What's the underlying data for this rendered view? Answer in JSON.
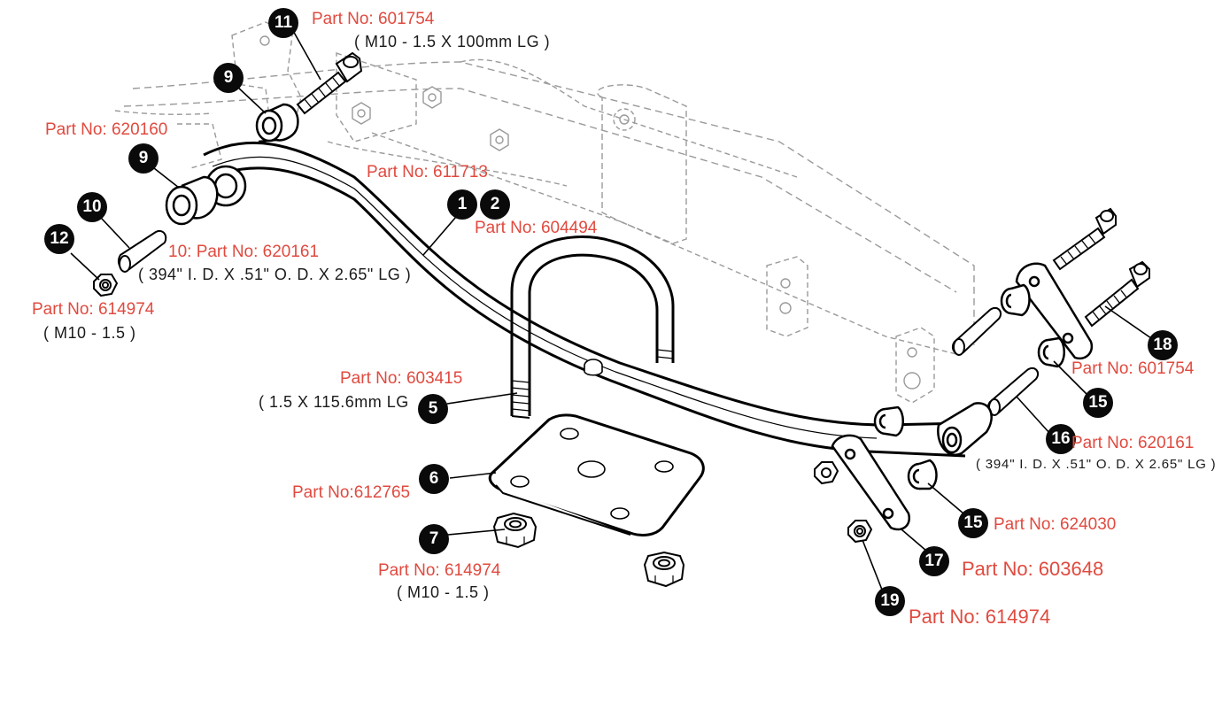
{
  "callouts": {
    "c1": "1",
    "c2": "2",
    "c5": "5",
    "c6": "6",
    "c7": "7",
    "c9a": "9",
    "c9b": "9",
    "c10": "10",
    "c11": "11",
    "c12": "12",
    "c15a": "15",
    "c15b": "15",
    "c16": "16",
    "c17": "17",
    "c18": "18",
    "c19": "19"
  },
  "labels": {
    "pn_601754_top": "Part No: 601754",
    "spec_m10_100": "( M10 - 1.5 X 100mm LG )",
    "pn_620160": "Part No:  620160",
    "pn_611713": "Part No: 611713",
    "pn_604494": "Part No:  604494",
    "pn_10_620161": "10: Part No: 620161",
    "spec_bushing_left": "( 394\" I. D. X .51\" O. D. X 2.65\" LG )",
    "pn_614974_left": "Part No: 614974",
    "spec_m10_left": "( M10 - 1.5 )",
    "pn_603415": "Part No: 603415",
    "spec_ubolt": "( 1.5 X 115.6mm LG",
    "pn_612765": "Part No:612765",
    "pn_614974_mid": "Part No:  614974",
    "spec_m10_mid": "( M10 - 1.5 )",
    "pn_601754_right": "Part No:  601754",
    "pn_620161_right": "Part No:  620161",
    "spec_bushing_right": "( 394\" I. D. X .51\" O. D. X 2.65\" LG )",
    "pn_624030": "Part No: 624030",
    "pn_603648": "Part No:  603648",
    "pn_614974_bottom": "Part No: 614974"
  },
  "colors": {
    "part_number_text": "#e04a3f",
    "spec_text": "#1a1a1a",
    "callout_badge": "#0a0a0a",
    "frame_lines": "#9a9a9a",
    "part_lines": "#000000"
  }
}
